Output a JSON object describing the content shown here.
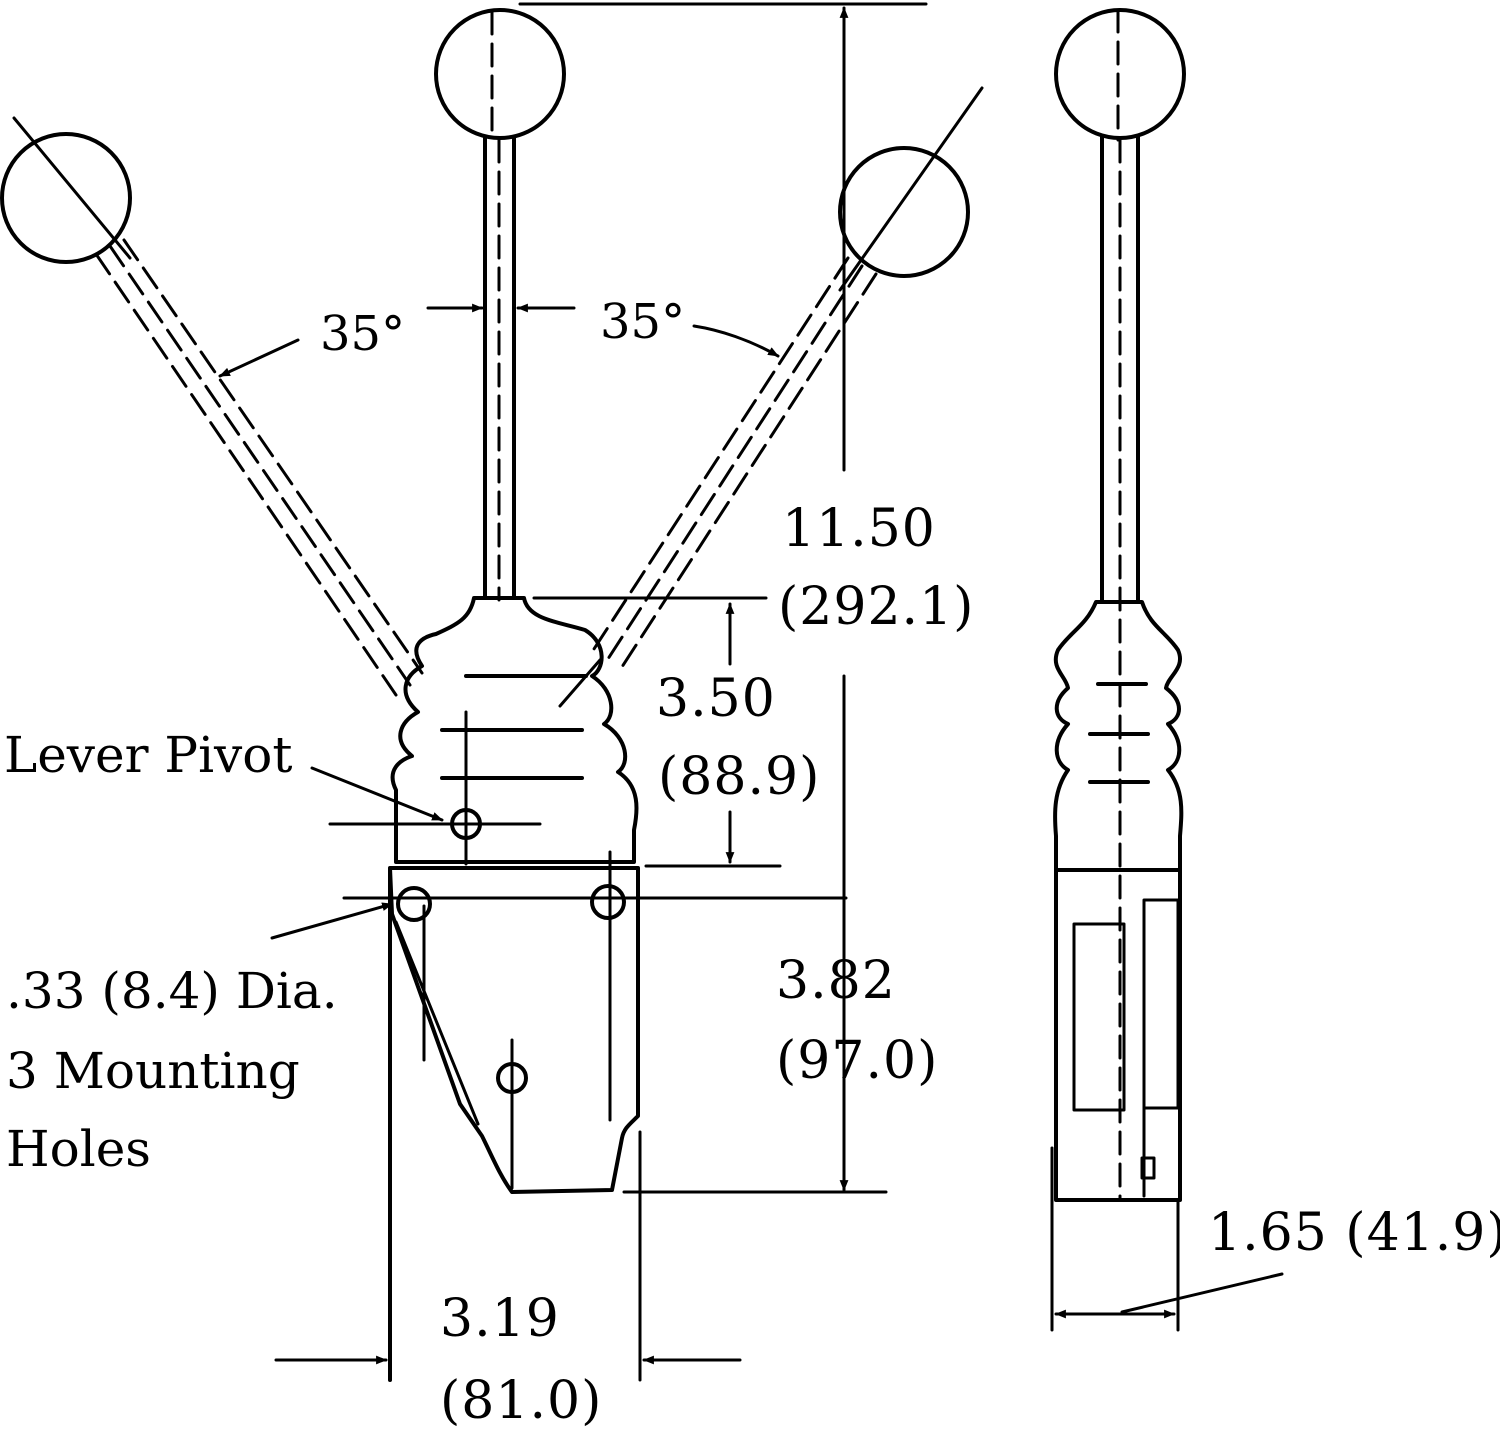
{
  "labels": {
    "lever_pivot": "Lever Pivot",
    "hole_dia": ".33 (8.4) Dia.",
    "mounting_holes_line1": "3 Mounting",
    "mounting_holes_line2": "Holes"
  },
  "angles": {
    "left": "35°",
    "right": "35°"
  },
  "dimensions": {
    "overall_height_in": "11.50",
    "overall_height_mm": "(292.1)",
    "boot_height_in": "3.50",
    "boot_height_mm": "(88.9)",
    "base_height_in": "3.82",
    "base_height_mm": "(97.0)",
    "base_width_in": "3.19",
    "base_width_mm": "(81.0)",
    "side_width": "1.65 (41.9)"
  },
  "colors": {
    "ink": "#000000",
    "paper": "#ffffff"
  }
}
